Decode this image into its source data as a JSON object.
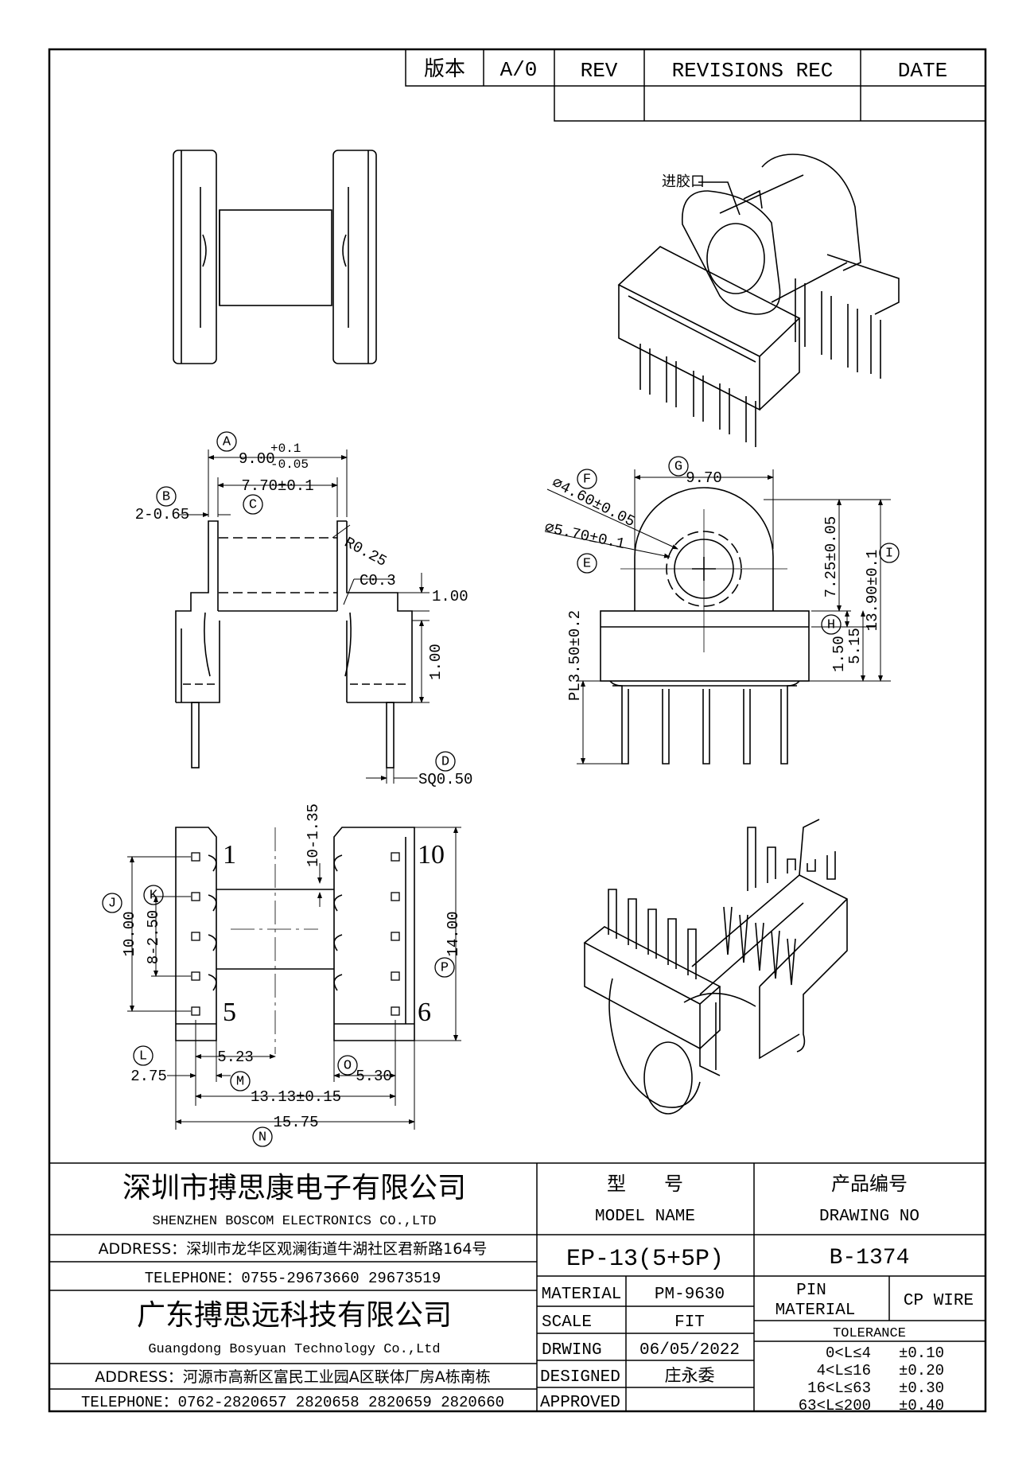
{
  "revision_block": {
    "version_label": "版本",
    "version_value": "A/0",
    "rev_header": "REV",
    "revisions_header": "REVISIONS REC",
    "date_header": "DATE"
  },
  "annotations": {
    "gate_label": "进胶口"
  },
  "dimensions": {
    "A_value": "9.00",
    "A_tol_plus": "+0.1",
    "A_tol_minus": "-0.05",
    "B_value": "2-0.65",
    "C_value": "7.70±0.1",
    "radius": "R0.25",
    "chamfer": "C0.3",
    "step_top": "1.00",
    "step_side": "1.00",
    "D_value": "SQ0.50",
    "G_value": "9.70",
    "F_value": "⌀4.60±0.05",
    "E_value": "⌀5.70±0.1",
    "I_value": "13.90±0.1",
    "flange_top": "7.25±0.05",
    "H_value": "1.50",
    "base_height": "5.15",
    "pl_value": "PL3.50±0.2",
    "pitch_label": "10-1.35",
    "J_value": "10.00",
    "K_value": "8-2.50",
    "P_value": "14.00",
    "L_value": "2.75",
    "offset_value": "5.23",
    "O_value": "5.30",
    "M_value": "13.13±0.15",
    "N_value": "15.75"
  },
  "callouts": [
    "A",
    "B",
    "C",
    "D",
    "E",
    "F",
    "G",
    "H",
    "I",
    "J",
    "K",
    "L",
    "M",
    "N",
    "O",
    "P"
  ],
  "pin_numbers": [
    "1",
    "5",
    "6",
    "10"
  ],
  "company1": {
    "name_cn": "深圳市搏思康电子有限公司",
    "name_en": "SHENZHEN BOSCOM ELECTRONICS CO.,LTD",
    "address": "ADDRESS：深圳市龙华区观澜街道牛湖社区君新路164号",
    "telephone": "TELEPHONE：0755-29673660 29673519"
  },
  "company2": {
    "name_cn": "广东搏思远科技有限公司",
    "name_en": "Guangdong Bosyuan Technology Co.,Ltd",
    "address": "ADDRESS：河源市高新区富民工业园A区联体厂房A栋南栋",
    "telephone": "TELEPHONE：0762-2820657 2820658 2820659 2820660"
  },
  "title_block": {
    "model_cn": "型　　号",
    "model_en": "MODEL NAME",
    "model_value": "EP-13(5+5P)",
    "drawing_cn": "产品编号",
    "drawing_en": "DRAWING NO",
    "drawing_value": "B-1374",
    "material_label": "MATERIAL",
    "material_value": "PM-9630",
    "scale_label": "SCALE",
    "scale_value": "FIT",
    "drawing_label": "DRWING",
    "drawing_date": "06/05/2022",
    "designed_label": "DESIGNED",
    "designed_value": "庄永委",
    "approved_label": "APPROVED",
    "approved_value": "",
    "pin_material_line1": "PIN",
    "pin_material_line2": "MATERIAL",
    "pin_material_value": "CP WIRE",
    "tolerance_header": "TOLERANCE",
    "tolerances": [
      {
        "range": "0<L≤4",
        "tol": "±0.10"
      },
      {
        "range": "4<L≤16",
        "tol": "±0.20"
      },
      {
        "range": "16<L≤63",
        "tol": "±0.30"
      },
      {
        "range": "63<L≤200",
        "tol": "±0.40"
      }
    ]
  }
}
